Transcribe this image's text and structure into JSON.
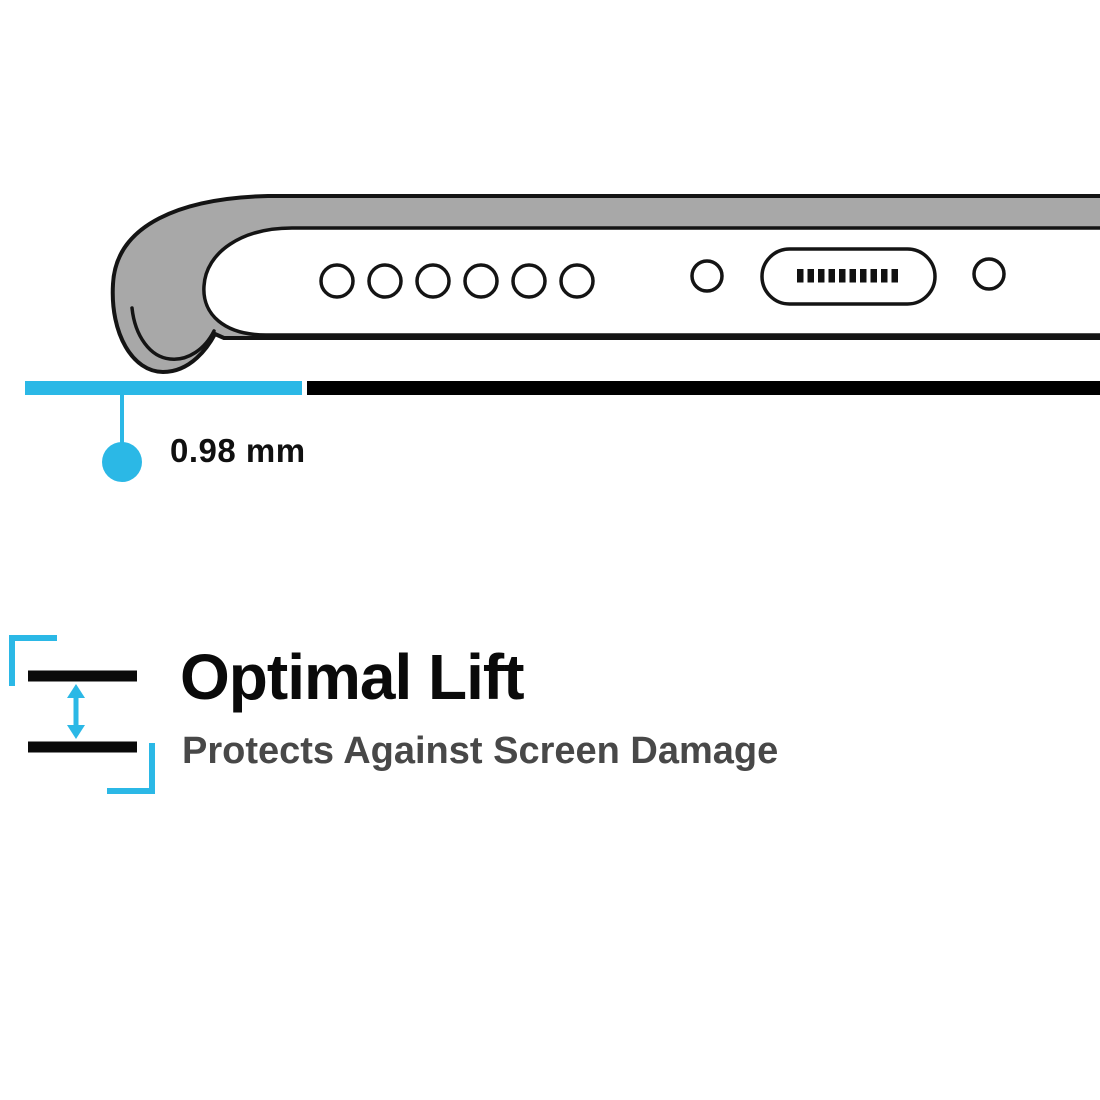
{
  "colors": {
    "accent": "#2bb8e6",
    "case_gray": "#a8a8a8",
    "outline": "#141414",
    "bar_black": "#000000",
    "subtitle_gray": "#484848"
  },
  "diagram": {
    "measurement_label": "0.98 mm"
  },
  "feature": {
    "title": "Optimal Lift",
    "subtitle": "Protects Against Screen Damage"
  }
}
